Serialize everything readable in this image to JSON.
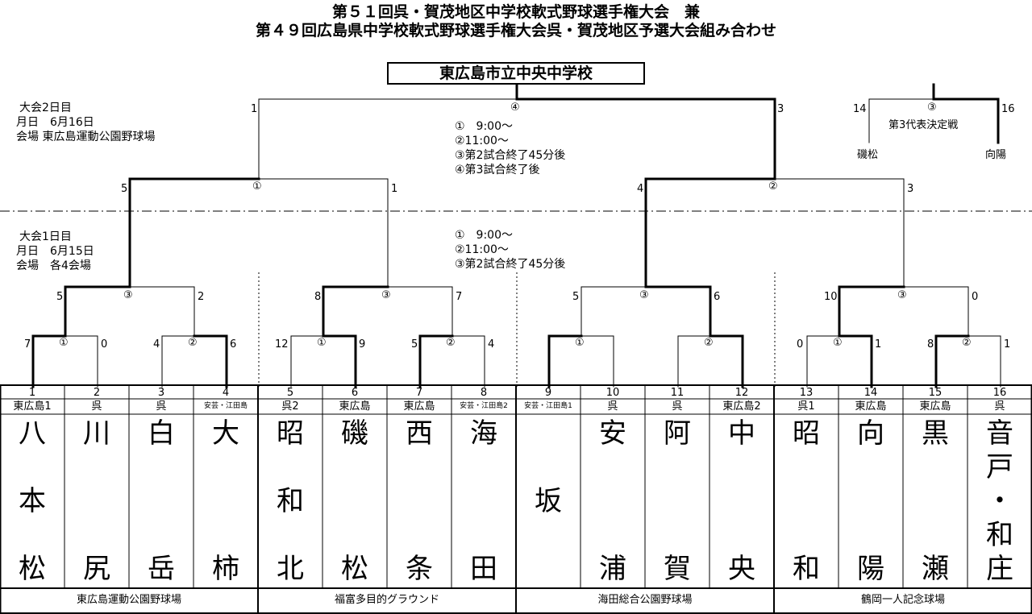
{
  "titles": {
    "line1": "第５１回呉・賀茂地区中学校軟式野球選手権大会　兼",
    "line2": "第４９回広島県中学校軟式野球選手権大会呉・賀茂地区予選大会組み合わせ"
  },
  "champion": "東広島市立中央中学校",
  "day2": {
    "label": "大会2日目",
    "date": "月日　6月16日",
    "venue": "会場 東広島運動公園野球場"
  },
  "day1": {
    "label": "大会1日目",
    "date": "月日　6月15日",
    "venue": "会場　各4会場"
  },
  "schedule2": [
    "①　9:00～",
    "②11:00～",
    "③第2試合終了45分後",
    "④第3試合終了後"
  ],
  "schedule1": [
    "①　9:00～",
    "②11:00～",
    "③第2試合終了45分後"
  ],
  "third_place": {
    "game": "③",
    "title": "第3代表決定戦",
    "left_team": "磯松",
    "right_team": "向陽",
    "left_score": "14",
    "right_score": "16"
  },
  "bracket": {
    "r1": [
      {
        "game": "①",
        "l": "7",
        "r": "0"
      },
      {
        "game": "②",
        "l": "4",
        "r": "6"
      },
      {
        "game": "①",
        "l": "12",
        "r": "9"
      },
      {
        "game": "②",
        "l": "5",
        "r": "4"
      },
      {
        "game": "①",
        "l": "",
        "r": ""
      },
      {
        "game": "②",
        "l": "",
        "r": ""
      },
      {
        "game": "①",
        "l": "0",
        "r": "1"
      },
      {
        "game": "②",
        "l": "8",
        "r": "1"
      }
    ],
    "r2": [
      {
        "game": "③",
        "l": "5",
        "r": "2"
      },
      {
        "game": "③",
        "l": "8",
        "r": "7"
      },
      {
        "game": "③",
        "l": "5",
        "r": "6"
      },
      {
        "game": "③",
        "l": "10",
        "r": "0"
      }
    ],
    "r3": [
      {
        "game": "①",
        "l": "5",
        "r": "1"
      },
      {
        "game": "②",
        "l": "4",
        "r": "3"
      }
    ],
    "final": {
      "game": "④",
      "l": "1",
      "r": "3"
    }
  },
  "teams": [
    {
      "no": "1",
      "city": "東広島1",
      "name": [
        "八",
        "本",
        "松"
      ]
    },
    {
      "no": "2",
      "city": "呉",
      "name": [
        "川",
        "",
        "尻"
      ]
    },
    {
      "no": "3",
      "city": "呉",
      "name": [
        "白",
        "",
        "岳"
      ]
    },
    {
      "no": "4",
      "city": "安芸・江田島",
      "name": [
        "大",
        "",
        "柿"
      ]
    },
    {
      "no": "5",
      "city": "呉2",
      "name": [
        "昭",
        "和",
        "北"
      ]
    },
    {
      "no": "6",
      "city": "東広島",
      "name": [
        "磯",
        "",
        "松"
      ]
    },
    {
      "no": "7",
      "city": "東広島",
      "name": [
        "西",
        "",
        "条"
      ]
    },
    {
      "no": "8",
      "city": "安芸・江田島2",
      "name": [
        "海",
        "",
        "田"
      ]
    },
    {
      "no": "9",
      "city": "安芸・江田島1",
      "name": [
        "",
        "坂",
        ""
      ]
    },
    {
      "no": "10",
      "city": "呉",
      "name": [
        "安",
        "",
        "浦"
      ]
    },
    {
      "no": "11",
      "city": "呉",
      "name": [
        "阿",
        "",
        "賀"
      ]
    },
    {
      "no": "12",
      "city": "東広島2",
      "name": [
        "中",
        "",
        "央"
      ]
    },
    {
      "no": "13",
      "city": "呉1",
      "name": [
        "昭",
        "",
        "和"
      ]
    },
    {
      "no": "14",
      "city": "東広島",
      "name": [
        "向",
        "",
        "陽"
      ]
    },
    {
      "no": "15",
      "city": "東広島",
      "name": [
        "黒",
        "",
        "瀬"
      ]
    },
    {
      "no": "16",
      "city": "呉",
      "name": [
        "音",
        "戸",
        "・",
        "和",
        "庄"
      ]
    }
  ],
  "venues": [
    "東広島運動公園野球場",
    "福富多目的グラウンド",
    "海田総合公園野球場",
    "鶴岡一人記念球場"
  ]
}
